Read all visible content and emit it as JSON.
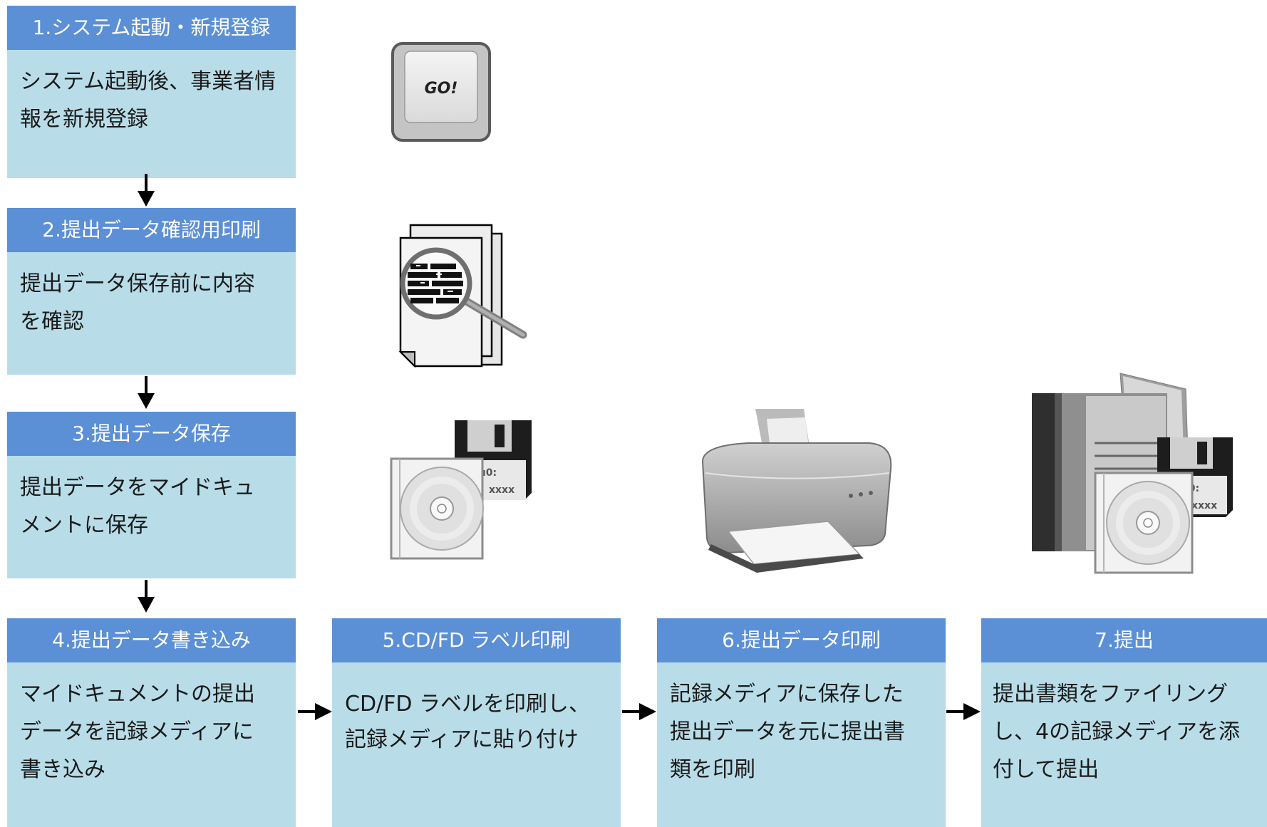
{
  "steps": [
    {
      "title": "1.システム起動・新規登録",
      "lines": [
        "システム起動後、事業者情",
        "報を新規登録"
      ]
    },
    {
      "title": "2.提出データ確認用印刷",
      "lines": [
        "提出データ保存前に内容",
        "を確認"
      ]
    },
    {
      "title": "3.提出データ保存",
      "lines": [
        "提出データをマイドキュ",
        "メントに保存"
      ]
    },
    {
      "title": "4.提出データ書き込み",
      "lines": [
        "マイドキュメントの提出",
        "データを記録メディアに",
        "書き込み"
      ]
    },
    {
      "title": "5.CD/FD ラベル印刷",
      "lines": [
        "CD/FD ラベルを印刷し、",
        "記録メディアに貼り付け"
      ]
    },
    {
      "title": "6.提出データ印刷",
      "lines": [
        "記録メディアに保存した",
        "提出データを元に提出書",
        "類を印刷"
      ]
    },
    {
      "title": "7.提出",
      "lines": [
        "提出書類をファイリング",
        "し、4の記録メディアを添",
        "付して提出"
      ]
    }
  ],
  "icons": {
    "go_key_label": "GO!",
    "floppy_label_1": "0u0:",
    "floppy_label_2": "xxxx"
  }
}
